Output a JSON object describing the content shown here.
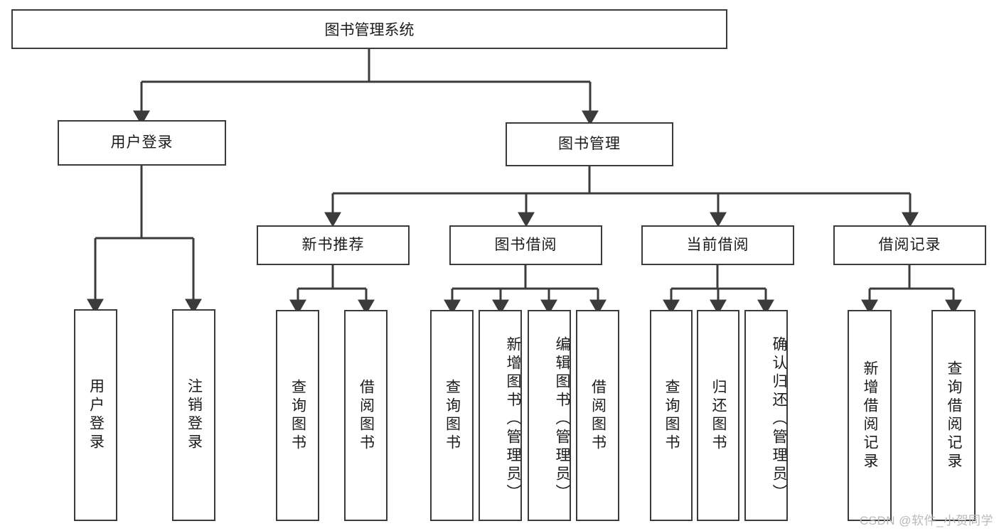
{
  "diagram": {
    "type": "tree-hierarchy-chart",
    "title": "图书管理系统",
    "root": {
      "label": "图书管理系统"
    },
    "level2": [
      {
        "id": "user-login",
        "label": "用户登录"
      },
      {
        "id": "book-management",
        "label": "图书管理"
      }
    ],
    "level3": [
      {
        "id": "new-book-recommend",
        "label": "新书推荐"
      },
      {
        "id": "book-borrow",
        "label": "图书借阅"
      },
      {
        "id": "current-borrow",
        "label": "当前借阅"
      },
      {
        "id": "borrow-record",
        "label": "借阅记录"
      }
    ],
    "leaves": {
      "user_login": [
        {
          "id": "leaf-user-login",
          "label": "用户登录"
        },
        {
          "id": "leaf-logout-login",
          "label": "注销登录"
        }
      ],
      "new_book_recommend": [
        {
          "id": "leaf-query-book-1",
          "label": "查询图书"
        },
        {
          "id": "leaf-borrow-book-1",
          "label": "借阅图书"
        }
      ],
      "book_borrow": [
        {
          "id": "leaf-query-book-2",
          "label": "查询图书"
        },
        {
          "id": "leaf-add-book",
          "label": "新增图书（管理员）"
        },
        {
          "id": "leaf-edit-book",
          "label": "编辑图书（管理员）"
        },
        {
          "id": "leaf-borrow-book-2",
          "label": "借阅图书"
        }
      ],
      "current_borrow": [
        {
          "id": "leaf-query-book-3",
          "label": "查询图书"
        },
        {
          "id": "leaf-return-book",
          "label": "归还图书"
        },
        {
          "id": "leaf-confirm-return",
          "label": "确认归还（管理员）"
        }
      ],
      "borrow_record": [
        {
          "id": "leaf-add-borrow-record",
          "label": "新增借阅记录"
        },
        {
          "id": "leaf-query-borrow-record",
          "label": "查询借阅记录"
        }
      ]
    }
  },
  "watermark": {
    "text": "CSDN @软件_小贺同学"
  },
  "colors": {
    "stroke": "#3b3b3b",
    "box_fill": "#ffffff",
    "text": "#1b1b1b",
    "watermark": "#b9b9b9",
    "background": "#ffffff"
  }
}
